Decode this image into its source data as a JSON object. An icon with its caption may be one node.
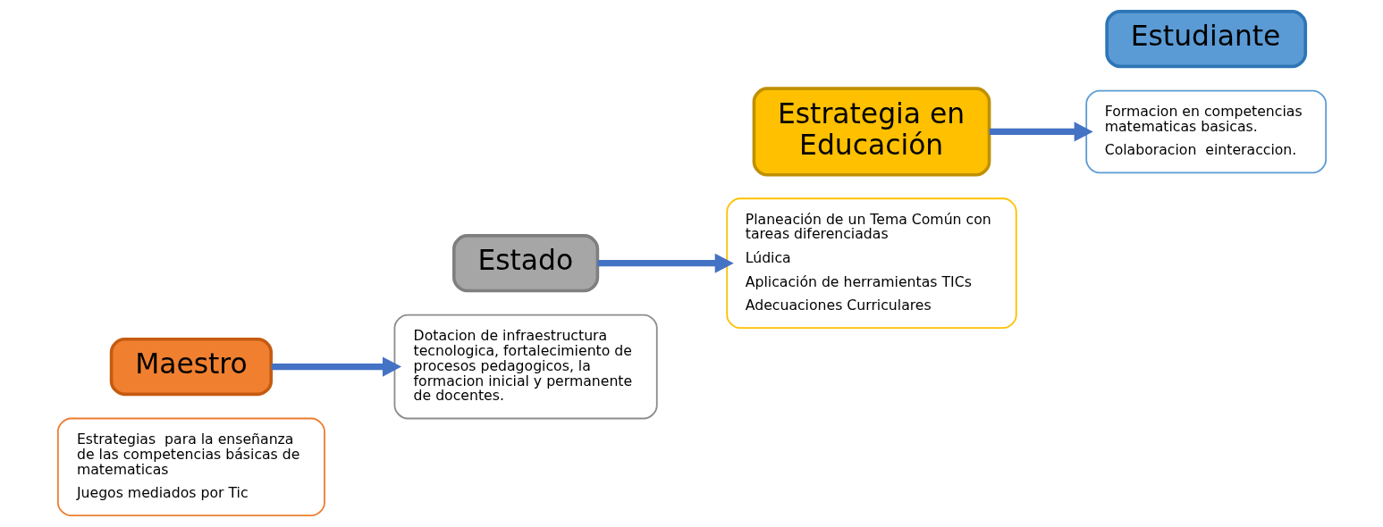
{
  "diagram": {
    "nodes": [
      {
        "text": [
          "Estrategias  para la enseñanza de las competencias básicas de matematicas",
          "Juegos mediados por Tic"
        ]
      },
      {
        "text": [
          "Maestro"
        ]
      },
      {
        "text": [
          "Estado"
        ]
      },
      {
        "text": [
          "Dotacion de infraestructura tecnologica, fortalecimiento de procesos pedagogicos, la formacion inicial y permanente de docentes."
        ]
      },
      {
        "text": [
          "Planeación de un Tema Común con tareas diferenciadas",
          "Lúdica",
          "Aplicación de herramientas TICs",
          "Adecuaciones Curriculares"
        ]
      },
      {
        "text": [
          "Estrategia en Educación"
        ]
      },
      {
        "text": [
          "Estudiante"
        ]
      },
      {
        "text": [
          "Formacion en competencias matematicas basicas.",
          "Colaboracion  einteraccion."
        ]
      }
    ],
    "edges": [
      {
        "from": 1,
        "to": 3,
        "arrow": "to"
      },
      {
        "from": 2,
        "to": 4,
        "arrow": "to"
      },
      {
        "from": 5,
        "to": 7,
        "arrow": "to"
      }
    ]
  }
}
